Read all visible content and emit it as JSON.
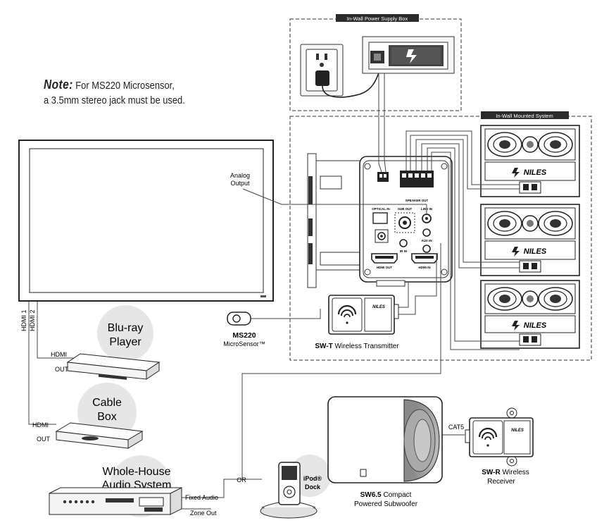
{
  "note": {
    "lead": "Note:",
    "line1": "For MS220 Microsensor,",
    "line2": "a 3.5mm stereo jack must be used."
  },
  "boxes": {
    "power_supply": "In-Wall Power Supply Box",
    "wall_system": "In-Wall Mounted System"
  },
  "labels": {
    "analog_output": [
      "Analog",
      "Output"
    ],
    "hdmi1": "HDMI 1",
    "hdmi2": "HDMI 2",
    "bluray": [
      "Blu-ray",
      "Player"
    ],
    "cable": [
      "Cable",
      "Box"
    ],
    "whole_house": [
      "Whole-House",
      "Audio System"
    ],
    "hdmi_a": "HDMI",
    "out_a": "OUT",
    "hdmi_b": "HDMI",
    "out_b": "OUT",
    "fixed_audio": "Fixed Audio",
    "zone_out": "Zone Out",
    "or": "OR",
    "ipod": [
      "iPod®",
      "Dock"
    ],
    "ms220_bold": "MS220",
    "ms220_sub": "MicroSensor™",
    "swt_bold": "SW-T",
    "swt_rest": " Wireless Transmitter",
    "sw65_bold": "SW6.5",
    "sw65_rest": " Compact",
    "sw65_line2": "Powered Subwoofer",
    "swr_bold": "SW-R",
    "swr_rest": " Wireless",
    "swr_line2": "Receiver",
    "cat5": "CAT5",
    "niles": "NILES",
    "optical_in": "OPTICAL IN",
    "sub_out": "SUB OUT",
    "line_in": "LINE IN",
    "hdmi_out": "HDMI OUT",
    "hdmi_in": "HDMI IN",
    "speaker_out": "SPEAKER OUT",
    "ir_in": "IR IN",
    "aux_in": "AUX IN"
  },
  "colors": {
    "line": "#3a3a3a",
    "circle": "#e6e6e6",
    "tag_bg": "#2b2b2b",
    "device": "#f4f4f4"
  }
}
